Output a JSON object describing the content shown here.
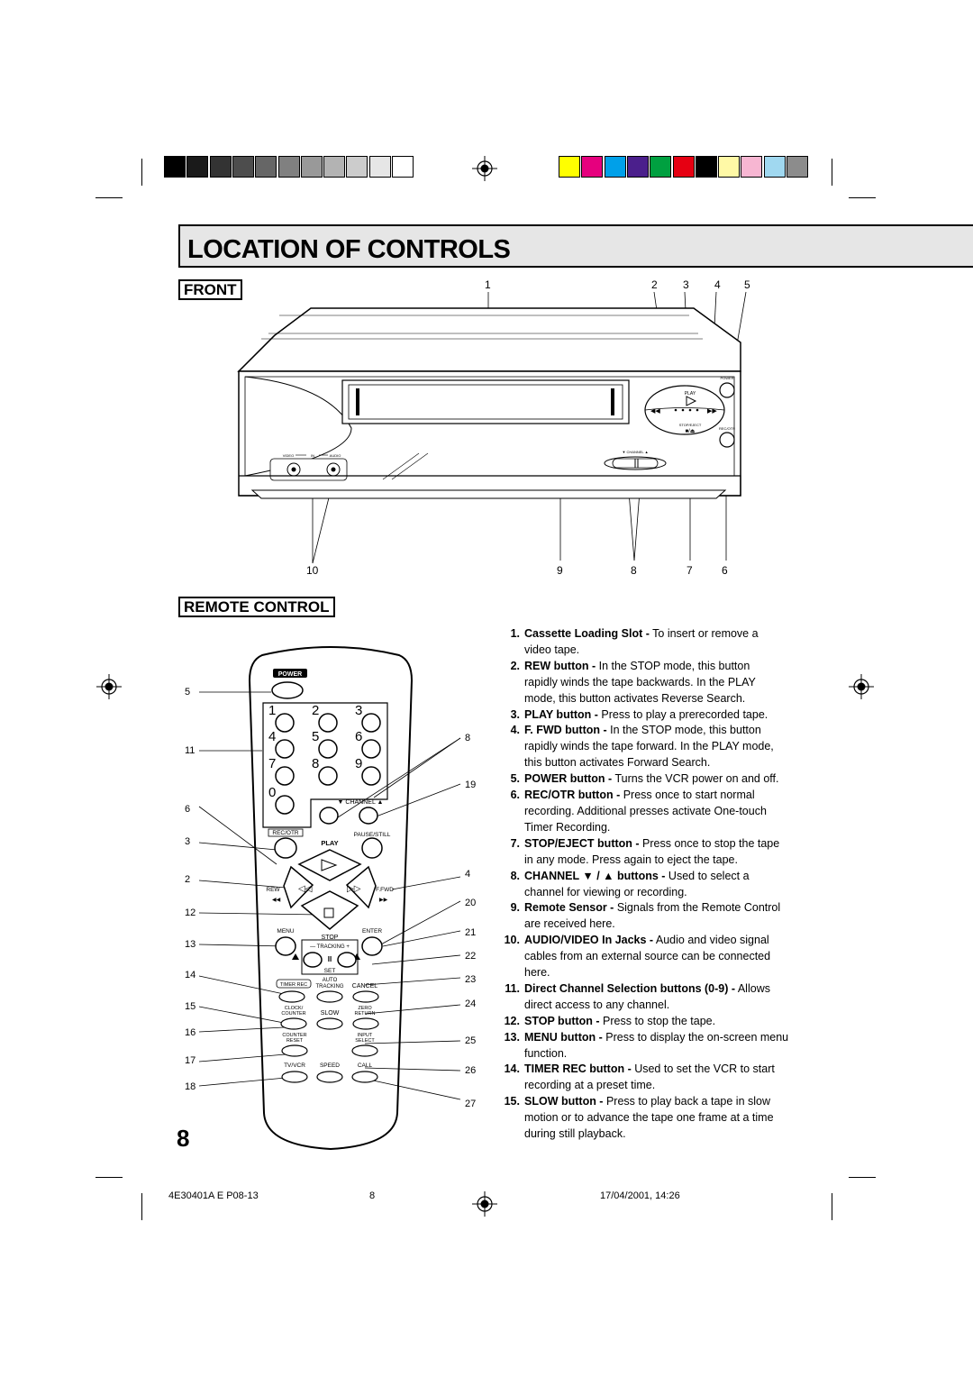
{
  "colors": {
    "gray_swatches": [
      "#000000",
      "#1a1a1a",
      "#333333",
      "#4d4d4d",
      "#666666",
      "#808080",
      "#999999",
      "#b3b3b3",
      "#cccccc",
      "#e6e6e6",
      "#ffffff"
    ],
    "color_swatches": [
      "#ffff00",
      "#e6007e",
      "#00a0e9",
      "#4b1f8c",
      "#00a040",
      "#e60012",
      "#000000",
      "#fff9a6",
      "#f7b6d2",
      "#a0d8f0",
      "#8c8c8c"
    ],
    "title_bg": "#e6e6e6"
  },
  "page": {
    "title": "LOCATION OF CONTROLS",
    "front_label": "FRONT",
    "remote_label": "REMOTE CONTROL",
    "page_number": "8"
  },
  "front_callouts": {
    "top": [
      "1",
      "2",
      "3",
      "4",
      "5"
    ],
    "bottom": [
      "10",
      "9",
      "8",
      "7",
      "6"
    ]
  },
  "vcr_labels": {
    "play": "PLAY",
    "stop_eject": "STOP/EJECT",
    "power": "POWER",
    "rec_otr": "REC/OTR",
    "channel": "▼ CHANNEL ▲",
    "video": "VIDEO",
    "in": "IN",
    "audio": "AUDIO"
  },
  "remote_labels": {
    "power": "POWER",
    "digits": [
      "1",
      "2",
      "3",
      "4",
      "5",
      "6",
      "7",
      "8",
      "9",
      "0"
    ],
    "channel": "▼ CHANNEL ▲",
    "rec_otr": "REC/OTR",
    "pause_still": "PAUSE/STILL",
    "play": "PLAY",
    "rew": "REW",
    "ffwd": "F.FWD",
    "menu": "MENU",
    "enter": "ENTER",
    "stop": "STOP",
    "tracking": "— TRACKING +",
    "set": "SET",
    "timer_rec": "TIMER REC",
    "auto_tracking": "AUTO TRACKING",
    "auto": "AUTO",
    "tracking_word": "TRACKING",
    "cancel": "CANCEL",
    "clock_counter": [
      "CLOCK/",
      "COUNTER"
    ],
    "slow": "SLOW",
    "zero_return": [
      "ZERO",
      "RETURN"
    ],
    "counter_reset": [
      "COUNTER",
      "RESET"
    ],
    "input_select": [
      "INPUT",
      "SELECT"
    ],
    "tv_vcr": "TV/VCR",
    "speed": "SPEED",
    "call": "CALL"
  },
  "remote_callouts": {
    "left": [
      "5",
      "11",
      "6",
      "3",
      "2",
      "12",
      "13",
      "14",
      "15",
      "16",
      "17",
      "18"
    ],
    "right": [
      "8",
      "19",
      "4",
      "20",
      "21",
      "22",
      "23",
      "24",
      "25",
      "26",
      "27"
    ]
  },
  "descriptions": [
    {
      "n": "1.",
      "bold": "Cassette Loading Slot -",
      "lines": [
        " To insert or remove a",
        "video tape."
      ]
    },
    {
      "n": "2.",
      "bold": "REW button -",
      "lines": [
        " In the STOP mode, this button",
        "rapidly winds the tape backwards. In the PLAY",
        "mode, this button activates Reverse Search."
      ]
    },
    {
      "n": "3.",
      "bold": "PLAY button -",
      "lines": [
        " Press to play a prerecorded tape."
      ]
    },
    {
      "n": "4.",
      "bold": "F. FWD button -",
      "lines": [
        " In the STOP mode, this button",
        "rapidly winds the tape forward. In the PLAY mode,",
        "this button activates Forward Search."
      ]
    },
    {
      "n": "5.",
      "bold": "POWER button -",
      "lines": [
        " Turns the VCR power on and off."
      ]
    },
    {
      "n": "6.",
      "bold": "REC/OTR button -",
      "lines": [
        " Press once to start normal",
        "recording. Additional presses activate One-touch",
        "Timer Recording."
      ]
    },
    {
      "n": "7.",
      "bold": "STOP/EJECT button -",
      "lines": [
        " Press once to stop the tape",
        "in any mode. Press again to eject the tape."
      ]
    },
    {
      "n": "8.",
      "bold": "CHANNEL ▼ / ▲ buttons -",
      "lines": [
        " Used to select a",
        "channel for viewing or recording."
      ]
    },
    {
      "n": "9.",
      "bold": "Remote Sensor -",
      "lines": [
        " Signals from the Remote Control",
        "are received here."
      ]
    },
    {
      "n": "10.",
      "bold": "AUDIO/VIDEO In Jacks -",
      "lines": [
        " Audio and video signal",
        "cables from an external source can be connected",
        "here."
      ]
    },
    {
      "n": "11.",
      "bold": "Direct Channel Selection buttons (0-9) -",
      "lines": [
        " Allows",
        "direct access to any channel."
      ]
    },
    {
      "n": "12.",
      "bold": "STOP button -",
      "lines": [
        " Press to stop the tape."
      ]
    },
    {
      "n": "13.",
      "bold": "MENU button -",
      "lines": [
        " Press to display the on-screen menu",
        "function."
      ]
    },
    {
      "n": "14.",
      "bold": "TIMER REC button -",
      "lines": [
        " Used to set the VCR to start",
        "recording at a preset time."
      ]
    },
    {
      "n": "15.",
      "bold": "SLOW button -",
      "lines": [
        " Press to play back a tape in slow",
        "motion or to advance the tape one frame at a time",
        "during still playback."
      ]
    }
  ],
  "footer": {
    "left": "4E30401A E P08-13",
    "center": "8",
    "right": "17/04/2001, 14:26"
  }
}
